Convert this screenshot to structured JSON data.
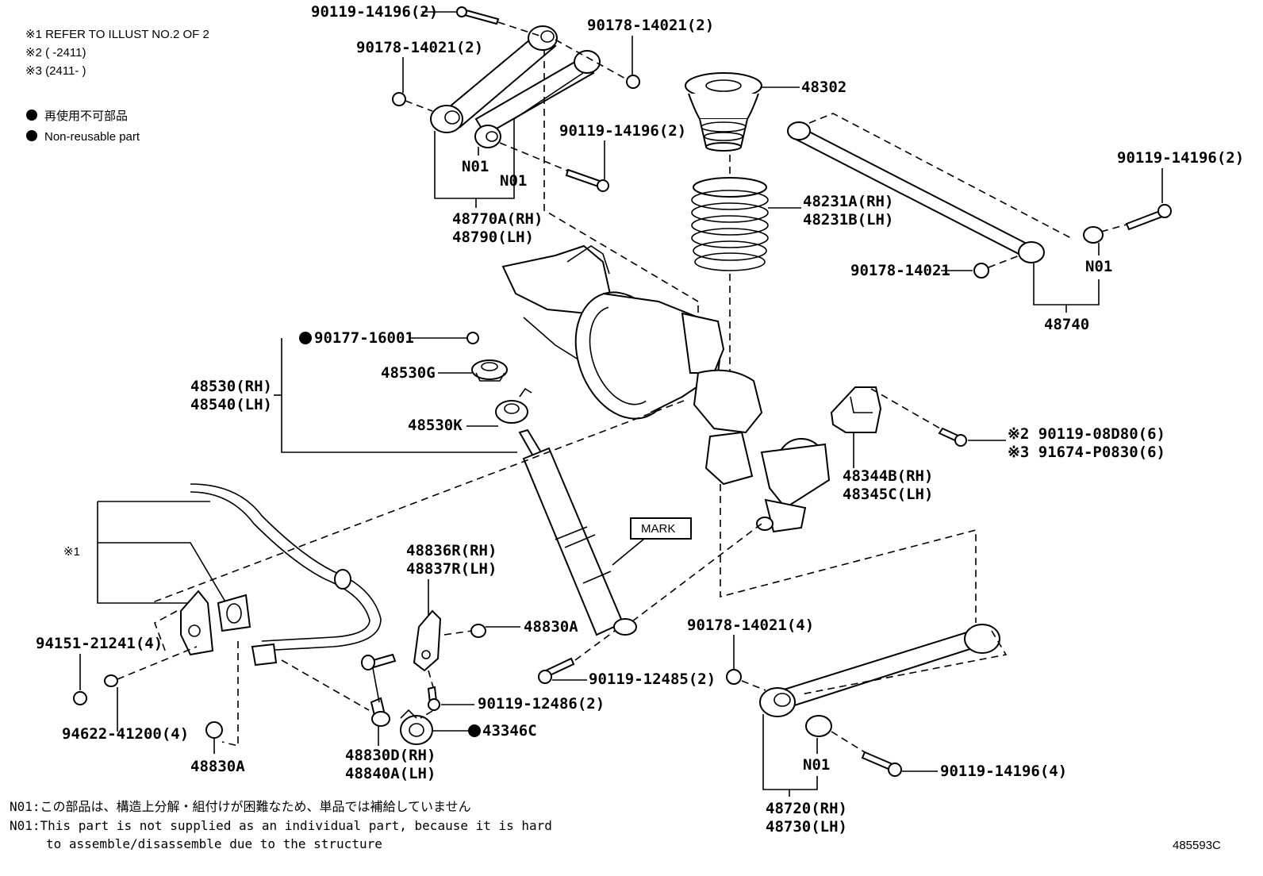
{
  "diagram_id": "485593C",
  "notes": {
    "ref1": "※1 REFER TO ILLUST NO.2 OF 2",
    "ref2": "※2 (       -2411)",
    "ref3": "※3 (2411-       )",
    "legend_ja": "再使用不可部品",
    "legend_en": "Non-reusable part",
    "star1": "※1"
  },
  "footnotes": {
    "ja": "N01:この部品は、構造上分解・組付けが困難なため、単品では補給していません",
    "en1": "N01:This part is not supplied as an individual part, because it is hard",
    "en2": "to assemble/disassemble due to the structure"
  },
  "labels": {
    "p90119_14196_2_top": "90119-14196(2)",
    "p90178_14021_2_right": "90178-14021(2)",
    "p90178_14021_2_left": "90178-14021(2)",
    "p90119_14196_2_mid": "90119-14196(2)",
    "n01_a": "N01",
    "n01_b": "N01",
    "p48770A": "48770A(RH)",
    "p48790": "48790(LH)",
    "p48302": "48302",
    "p48231A": "48231A(RH)",
    "p48231B": "48231B(LH)",
    "p90119_14196_2_right": "90119-14196(2)",
    "p90178_14021": "90178-14021",
    "n01_c": "N01",
    "p48740": "48740",
    "p90177_16001": "90177-16001",
    "p48530G": "48530G",
    "p48530": "48530(RH)",
    "p48540": "48540(LH)",
    "p48530K": "48530K",
    "p90119_08D80": "※2 90119-08D80(6)",
    "p91674_P0830": "※3 91674-P0830(6)",
    "p48344B": "48344B(RH)",
    "p48345C": "48345C(LH)",
    "mark": "MARK",
    "p48836R": "48836R(RH)",
    "p48837R": "48837R(LH)",
    "p48830A_right": "48830A",
    "p94151_21241": "94151-21241(4)",
    "p90178_14021_4": "90178-14021(4)",
    "p90119_12485": "90119-12485(2)",
    "p90119_12486": "90119-12486(2)",
    "p94622_41200": "94622-41200(4)",
    "p43346C": "43346C",
    "p48830A_left": "48830A",
    "p48830D": "48830D(RH)",
    "p48840A": "48840A(LH)",
    "n01_d": "N01",
    "p90119_14196_4": "90119-14196(4)",
    "p48720": "48720(RH)",
    "p48730": "48730(LH)"
  }
}
